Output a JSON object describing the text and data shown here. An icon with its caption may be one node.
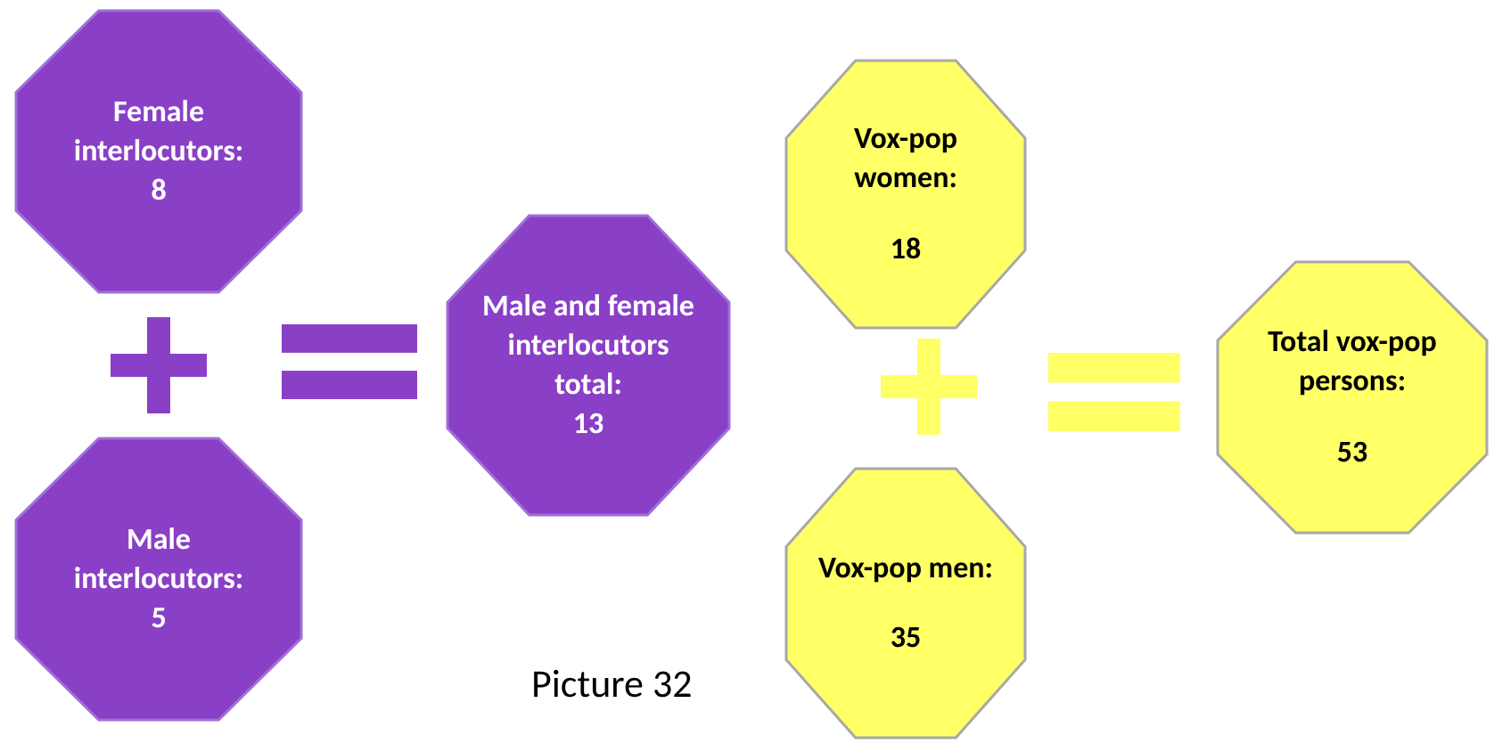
{
  "diagram": {
    "caption": "Picture 32",
    "nodes": [
      {
        "text": [
          "Female interlocutors:",
          "8"
        ]
      },
      {
        "text": [
          "Male interlocutors:",
          "5"
        ]
      },
      {
        "text": [
          "Male and female interlocutors total:",
          "13"
        ]
      },
      {
        "text": [
          "Vox-pop women:",
          "18"
        ]
      },
      {
        "text": [
          "Vox-pop men:",
          "35"
        ]
      },
      {
        "text": [
          "Total vox-pop persons:",
          "53"
        ]
      }
    ]
  }
}
